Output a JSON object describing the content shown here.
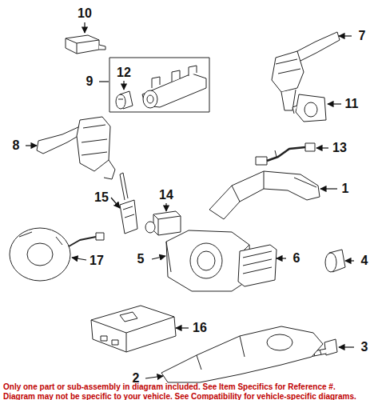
{
  "diagram": {
    "labels": [
      "10",
      "7",
      "9",
      "12",
      "11",
      "8",
      "13",
      "1",
      "14",
      "15",
      "5",
      "6",
      "4",
      "17",
      "16",
      "3",
      "2",
      "Only one part or sub-assembly in diagram included. See Item Specifics for Reference #.",
      "Diagram may not be specific to your vehicle. See Compatibility for vehicle-specific diagrams."
    ]
  }
}
